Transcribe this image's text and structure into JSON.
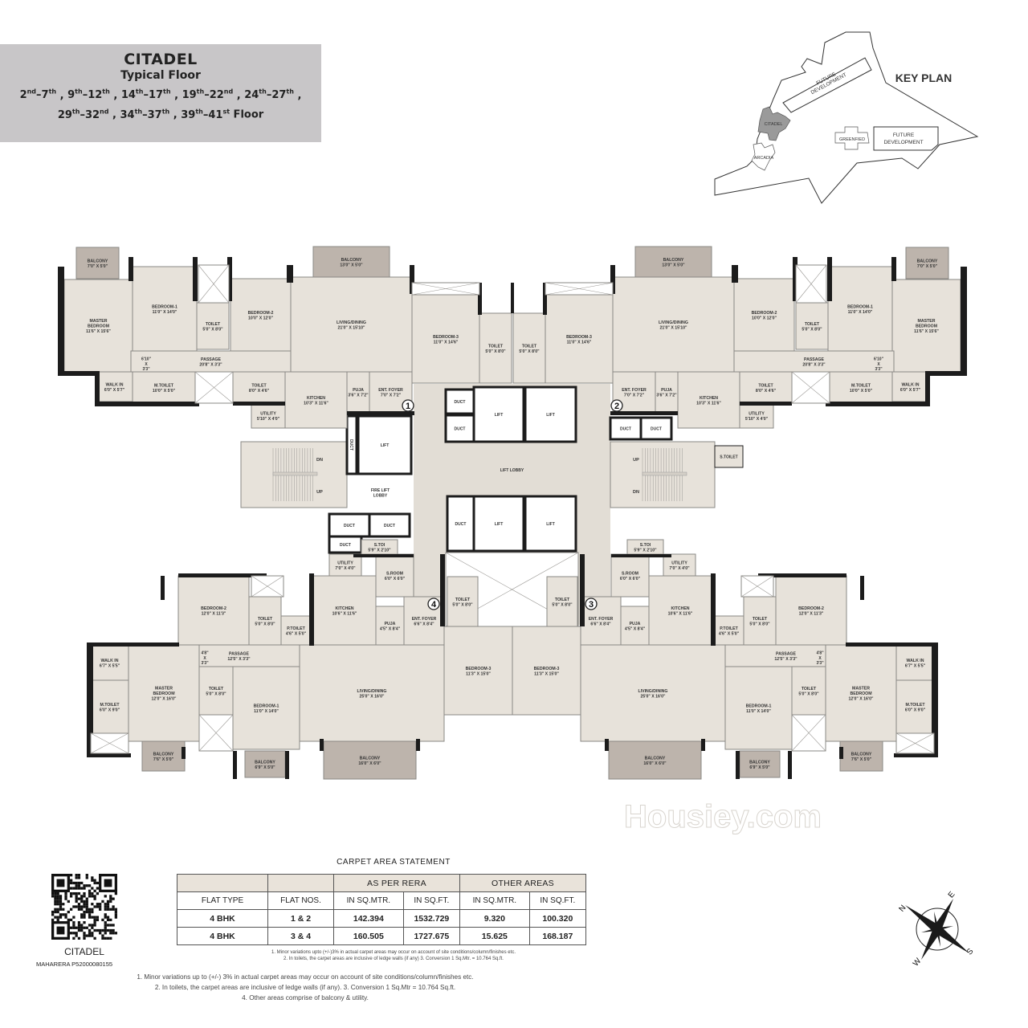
{
  "header": {
    "project": "CITADEL",
    "subtitle": "Typical Floor",
    "floor_ranges": [
      {
        "a": "2",
        "as": "nd",
        "b": "7",
        "bs": "th"
      },
      {
        "a": "9",
        "as": "th",
        "b": "12",
        "bs": "th"
      },
      {
        "a": "14",
        "as": "th",
        "b": "17",
        "bs": "th"
      },
      {
        "a": "19",
        "as": "th",
        "b": "22",
        "bs": "nd"
      },
      {
        "a": "24",
        "as": "th",
        "b": "27",
        "bs": "th"
      },
      {
        "a": "29",
        "as": "th",
        "b": "32",
        "bs": "nd"
      },
      {
        "a": "34",
        "as": "th",
        "b": "37",
        "bs": "th"
      },
      {
        "a": "39",
        "as": "th",
        "b": "41",
        "bs": "st"
      }
    ],
    "floor_suffix": "Floor"
  },
  "key_plan": {
    "title": "KEY PLAN",
    "labels": [
      "FUTURE",
      "DEVELOPMENT",
      "CITADEL",
      "ARCADIA",
      "GREENFIED",
      "FUTURE",
      "DEVELOPMENT"
    ],
    "highlight_color": "#9a9a9a"
  },
  "colors": {
    "room": "#e7e2da",
    "balcony": "#bdb4ac",
    "wall": "#1c1c1c",
    "lobby": "#e2ddd5",
    "title_bg": "#c8c6c8"
  },
  "units": [
    {
      "marker": "1",
      "rooms": [
        {
          "name": "BALCONY",
          "size": "7'0\" X 5'0\""
        },
        {
          "name": "MASTER BEDROOM",
          "size": "11'6\" X 15'6\""
        },
        {
          "name": "BEDROOM-1",
          "size": "11'0\" X 14'0\""
        },
        {
          "name": "TOILET",
          "size": "5'0\" X 8'0\""
        },
        {
          "name": "BEDROOM-2",
          "size": "10'0\" X 12'0\""
        },
        {
          "name": "BALCONY",
          "size": "13'0\" X 5'0\""
        },
        {
          "name": "LIVING/DINING",
          "size": "21'0\" X 15'10\""
        },
        {
          "name": "PASSAGE",
          "size": "20'8\" X 3'3\""
        },
        {
          "name": "",
          "size": "6'10\" X 3'3\""
        },
        {
          "name": "WALK IN",
          "size": "6'0\" X 5'7\""
        },
        {
          "name": "M.TOILET",
          "size": "10'0\" X 5'0\""
        },
        {
          "name": "TOILET",
          "size": "8'0\" X 4'6\""
        },
        {
          "name": "KITCHEN",
          "size": "10'3\" X 11'6\""
        },
        {
          "name": "UTILITY",
          "size": "5'10\" X 4'0\""
        },
        {
          "name": "PUJA",
          "size": "3'6\" X 7'2\""
        },
        {
          "name": "ENT. FOYER",
          "size": "7'0\" X 7'2\""
        },
        {
          "name": "BEDROOM-3",
          "size": "11'0\" X 14'6\""
        },
        {
          "name": "TOILET",
          "size": "5'0\" X 8'0\""
        }
      ]
    },
    {
      "marker": "2",
      "rooms": [
        {
          "name": "BALCONY",
          "size": "7'0\" X 5'0\""
        },
        {
          "name": "MASTER BEDROOM",
          "size": "11'6\" X 15'6\""
        },
        {
          "name": "BEDROOM-1",
          "size": "11'0\" X 14'0\""
        },
        {
          "name": "TOILET",
          "size": "5'0\" X 8'0\""
        },
        {
          "name": "BEDROOM-2",
          "size": "10'0\" X 12'0\""
        },
        {
          "name": "BALCONY",
          "size": "13'0\" X 5'0\""
        },
        {
          "name": "LIVING/DINING",
          "size": "21'0\" X 15'10\""
        },
        {
          "name": "PASSAGE",
          "size": "20'8\" X 3'3\""
        },
        {
          "name": "",
          "size": "6'10\" X 3'3\""
        },
        {
          "name": "WALK IN",
          "size": "6'0\" X 5'7\""
        },
        {
          "name": "M.TOILET",
          "size": "10'0\" X 5'0\""
        },
        {
          "name": "TOILET",
          "size": "8'0\" X 4'6\""
        },
        {
          "name": "KITCHEN",
          "size": "10'3\" X 11'6\""
        },
        {
          "name": "UTILITY",
          "size": "5'10\" X 4'0\""
        },
        {
          "name": "PUJA",
          "size": "3'6\" X 7'2\""
        },
        {
          "name": "ENT. FOYER",
          "size": "7'0\" X 7'2\""
        },
        {
          "name": "BEDROOM-3",
          "size": "11'0\" X 14'6\""
        },
        {
          "name": "TOILET",
          "size": "5'0\" X 8'0\""
        }
      ]
    },
    {
      "marker": "3",
      "rooms": [
        {
          "name": "UTILITY",
          "size": "7'0\" X 4'0\""
        },
        {
          "name": "S.ROOM",
          "size": "6'0\" X 6'0\""
        },
        {
          "name": "S.TOI",
          "size": "5'9\" X 2'10\""
        },
        {
          "name": "BEDROOM-2",
          "size": "12'0\" X 11'3\""
        },
        {
          "name": "TOILET",
          "size": "5'0\" X 8'0\""
        },
        {
          "name": "P.TOILET",
          "size": "4'6\" X 5'0\""
        },
        {
          "name": "KITCHEN",
          "size": "10'6\" X 11'6\""
        },
        {
          "name": "PUJA",
          "size": "4'5\" X 8'4\""
        },
        {
          "name": "ENT. FOYER",
          "size": "6'6\" X 8'4\""
        },
        {
          "name": "PASSAGE",
          "size": "12'5\" X 3'3\""
        },
        {
          "name": "",
          "size": "4'8\" X 3'3\""
        },
        {
          "name": "LIVING/DINING",
          "size": "25'0\" X 16'0\""
        },
        {
          "name": "MASTER BEDROOM",
          "size": "12'0\" X 16'0\""
        },
        {
          "name": "WALK IN",
          "size": "6'7\" X 5'5\""
        },
        {
          "name": "M.TOILET",
          "size": "6'0\" X 9'0\""
        },
        {
          "name": "TOILET",
          "size": "5'0\" X 8'0\""
        },
        {
          "name": "BEDROOM-1",
          "size": "11'0\" X 14'0\""
        },
        {
          "name": "BALCONY",
          "size": "7'6\" X 5'0\""
        },
        {
          "name": "BALCONY",
          "size": "6'9\" X 5'0\""
        },
        {
          "name": "BALCONY",
          "size": "16'0\" X 6'0\""
        },
        {
          "name": "BEDROOM-3",
          "size": "11'3\" X 15'0\""
        },
        {
          "name": "TOILET",
          "size": "5'0\" X 8'0\""
        }
      ]
    },
    {
      "marker": "4",
      "rooms": [
        {
          "name": "UTILITY",
          "size": "7'0\" X 4'0\""
        },
        {
          "name": "S.ROOM",
          "size": "6'0\" X 6'0\""
        },
        {
          "name": "S.TOI",
          "size": "5'9\" X 2'10\""
        },
        {
          "name": "BEDROOM-2",
          "size": "12'0\" X 11'3\""
        },
        {
          "name": "TOILET",
          "size": "5'0\" X 8'0\""
        },
        {
          "name": "P.TOILET",
          "size": "4'6\" X 5'0\""
        },
        {
          "name": "KITCHEN",
          "size": "10'6\" X 11'6\""
        },
        {
          "name": "PUJA",
          "size": "4'5\" X 8'4\""
        },
        {
          "name": "ENT. FOYER",
          "size": "6'6\" X 8'4\""
        },
        {
          "name": "PASSAGE",
          "size": "12'5\" X 3'3\""
        },
        {
          "name": "",
          "size": "4'8\" X 3'3\""
        },
        {
          "name": "LIVING/DINING",
          "size": "25'0\" X 16'0\""
        },
        {
          "name": "MASTER BEDROOM",
          "size": "12'0\" X 16'0\""
        },
        {
          "name": "WALK IN",
          "size": "6'7\" X 5'5\""
        },
        {
          "name": "M.TOILET",
          "size": "6'0\" X 9'0\""
        },
        {
          "name": "TOILET",
          "size": "5'0\" X 8'0\""
        },
        {
          "name": "BEDROOM-1",
          "size": "11'0\" X 14'0\""
        },
        {
          "name": "BALCONY",
          "size": "7'6\" X 5'0\""
        },
        {
          "name": "BALCONY",
          "size": "6'9\" X 5'0\""
        },
        {
          "name": "BALCONY",
          "size": "16'0\" X 6'0\""
        },
        {
          "name": "BEDROOM-3",
          "size": "11'3\" X 15'0\""
        },
        {
          "name": "TOILET",
          "size": "5'0\" X 8'0\""
        }
      ]
    }
  ],
  "core": [
    {
      "label": "LIFT LOBBY"
    },
    {
      "label": "DUCT"
    },
    {
      "label": "DUCT"
    },
    {
      "label": "LIFT"
    },
    {
      "label": "LIFT"
    },
    {
      "label": "DUCT"
    },
    {
      "label": "LIFT"
    },
    {
      "label": "FIRE LIFT LOBBY"
    },
    {
      "label": "DUCT"
    },
    {
      "label": "DUCT"
    },
    {
      "label": "DUCT"
    },
    {
      "label": "DUCT"
    },
    {
      "label": "LIFT"
    },
    {
      "label": "LIFT"
    },
    {
      "label": "DUCT"
    },
    {
      "label": "DUCT"
    },
    {
      "label": "S.TOILET"
    }
  ],
  "stairs": {
    "dn": "DN",
    "up": "UP"
  },
  "watermark": "Housiey.com",
  "carpet_area": {
    "title": "CARPET AREA STATEMENT",
    "group_headers": [
      "",
      "",
      "AS PER RERA",
      "OTHER AREAS"
    ],
    "columns": [
      "FLAT TYPE",
      "FLAT NOS.",
      "IN SQ.MTR.",
      "IN SQ.FT.",
      "IN SQ.MTR.",
      "IN SQ.FT."
    ],
    "rows": [
      [
        "4 BHK",
        "1 & 2",
        "142.394",
        "1532.729",
        "9.320",
        "100.320"
      ],
      [
        "4 BHK",
        "3 & 4",
        "160.505",
        "1727.675",
        "15.625",
        "168.187"
      ]
    ],
    "notes_small": [
      "1. Minor variations upto (+/-)3% in actual carpet areas may occur on account of site conditions/column/finishes etc.",
      "2. In toilets, the carpet areas are inclusive of ledge walls (if any) 3. Conversion 1 Sq.Mtr. = 10.764 Sq.ft."
    ]
  },
  "qr": {
    "name": "CITADEL",
    "rera": "MAHARERA P52000080155"
  },
  "notes": [
    "1. Minor variations up to (+/-) 3% in actual carpet areas may occur on account of site conditions/column/finishes etc.",
    "2. In toilets, the carpet areas are inclusive of ledge walls (if any). 3. Conversion 1 Sq.Mtr = 10.764 Sq.ft.",
    "4. Other areas comprise of balcony & utility."
  ],
  "compass": {
    "n": "N",
    "e": "E",
    "s": "S",
    "w": "W"
  }
}
